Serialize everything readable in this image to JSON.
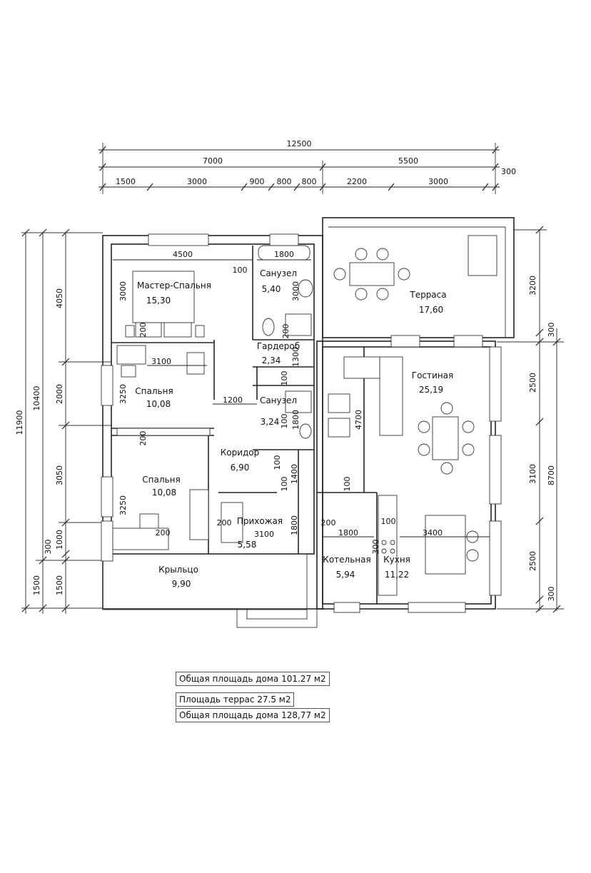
{
  "dimensions": {
    "top_total": "12500",
    "top_split": [
      "7000",
      "5500"
    ],
    "top_detail": [
      "1500",
      "3000",
      "900",
      "800",
      "800",
      "2200",
      "3000"
    ],
    "top_offset": "300",
    "left_outer": "11900",
    "left_mid": "10400",
    "left_inner": [
      "4050",
      "2000",
      "3050",
      "1000",
      "300"
    ],
    "left_bottom": [
      "1500",
      "1500"
    ],
    "right_inner": [
      "3200",
      "300",
      "2500",
      "3100",
      "2500",
      "300"
    ],
    "right_total": "8700",
    "interior": [
      "4500",
      "1800",
      "100",
      "3000",
      "3000",
      "200",
      "3100",
      "200",
      "100",
      "1300",
      "3250",
      "1200",
      "1800",
      "200",
      "4700",
      "1400",
      "100",
      "100",
      "100",
      "3250",
      "1800",
      "200",
      "200",
      "3100",
      "200",
      "1800",
      "300",
      "100",
      "3400",
      "100"
    ]
  },
  "rooms": [
    {
      "name": "Мастер-Спальня",
      "area": "15,30"
    },
    {
      "name": "Санузел",
      "area": "5,40"
    },
    {
      "name": "Терраса",
      "area": "17,60"
    },
    {
      "name": "Гардероб",
      "area": "2,34"
    },
    {
      "name": "Спальня",
      "area": "10,08"
    },
    {
      "name": "Санузел",
      "area": "3,24"
    },
    {
      "name": "Гостиная",
      "area": "25,19"
    },
    {
      "name": "Коридор",
      "area": "6,90"
    },
    {
      "name": "Спальня",
      "area": "10,08"
    },
    {
      "name": "Прихожая",
      "area": "5,58"
    },
    {
      "name": "Котельная",
      "area": "5,94"
    },
    {
      "name": "Кухня",
      "area": "11,22"
    },
    {
      "name": "Крыльцо",
      "area": "9,90"
    }
  ],
  "summary": {
    "total_house": "Общая площадь дома 101.27 м2",
    "terraces": "Площадь террас 27.5 м2",
    "total_all": "Общая площадь дома 128,77 м2"
  }
}
